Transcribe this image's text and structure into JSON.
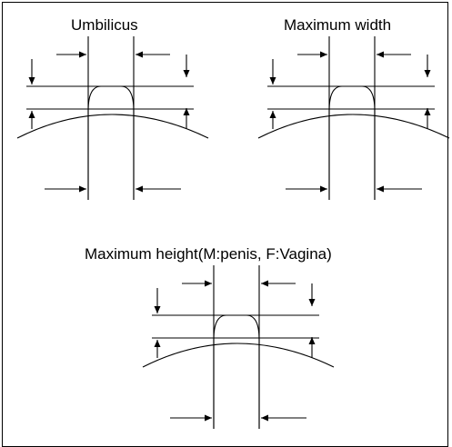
{
  "figure": {
    "panels": [
      {
        "id": "umbilicus",
        "label": "Umbilicus"
      },
      {
        "id": "maximum-width",
        "label": "Maximum width"
      },
      {
        "id": "maximum-height",
        "label": "Maximum height(M:penis, F:Vagina)"
      }
    ]
  }
}
